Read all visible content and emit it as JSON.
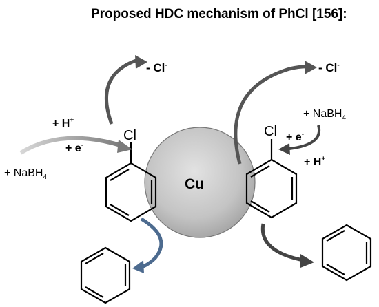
{
  "title": "Proposed HDC mechanism of PhCl [156]:",
  "metal": "Cu",
  "substituent": "Cl",
  "labels": {
    "minus_cl": "- Cl",
    "minus_cl_charge": "-",
    "h_plus": "+ H",
    "h_plus_charge": "+",
    "e_minus": "+ e",
    "e_minus_charge": "-",
    "nabh4_prefix": "+ NaBH",
    "nabh4_left_prefix": "+ NaBH",
    "nabh4_sub": "4",
    "nabh4_right_prefix": "+ NaBH"
  }
}
